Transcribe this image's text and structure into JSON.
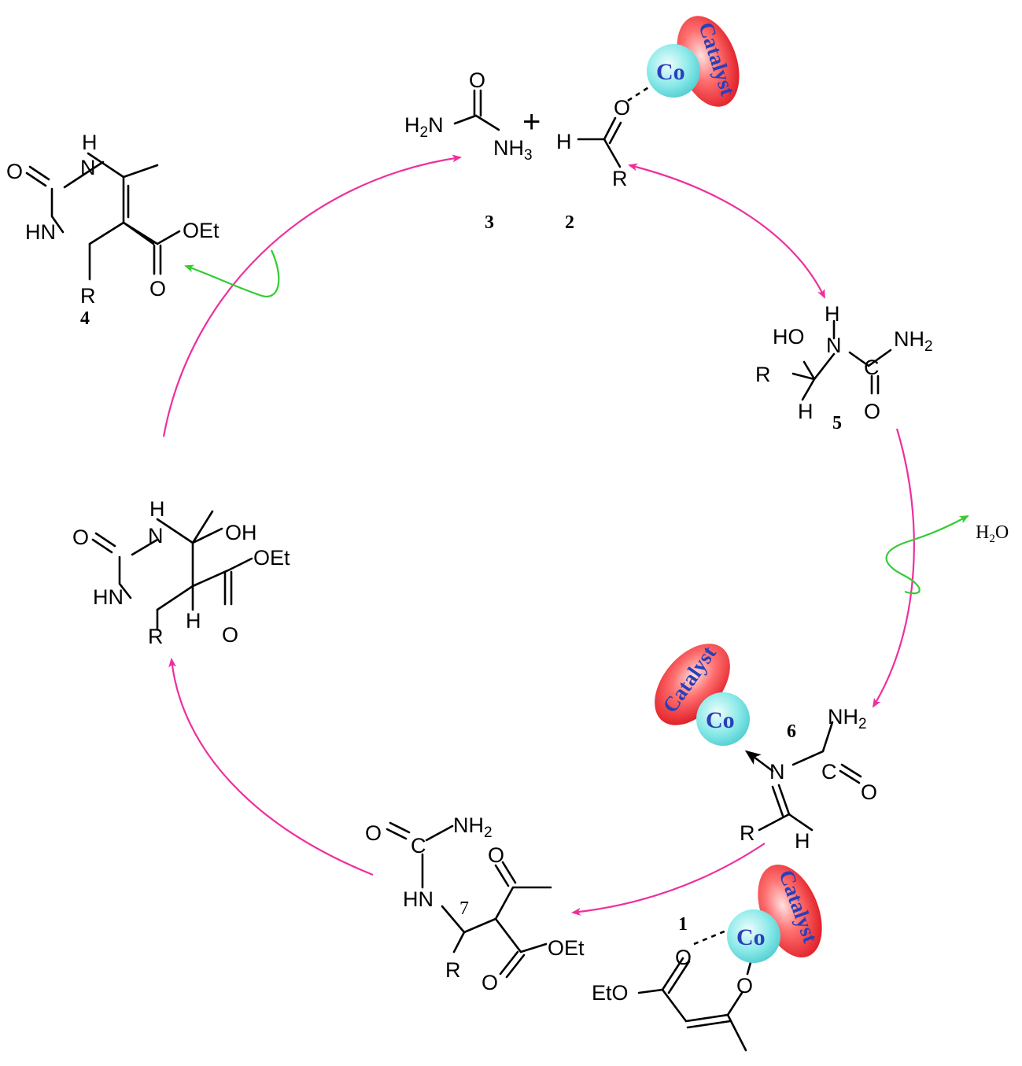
{
  "compounds": {
    "c1": {
      "number": "1",
      "eto": "EtO",
      "o_ketone": "O",
      "o_enol": "O"
    },
    "c2": {
      "number": "2",
      "h": "H",
      "o": "O",
      "r": "R"
    },
    "c3": {
      "number": "3",
      "h2n": "H",
      "h2n_sub": "2",
      "h2n_n": "N",
      "o": "O",
      "nh3": "NH",
      "nh3_sub": "3"
    },
    "c4": {
      "number": "4",
      "o": "O",
      "nh_top": "H",
      "n_top": "N",
      "hn": "HN",
      "oet": "OEt",
      "o_carbonyl": "O",
      "r": "R"
    },
    "c5": {
      "number": "5",
      "ho": "HO",
      "h_n": "H",
      "n": "N",
      "nh2": "NH",
      "nh2_sub": "2",
      "c": "C",
      "o": "O",
      "r": "R",
      "h": "H"
    },
    "c6": {
      "number": "6",
      "nh2": "NH",
      "nh2_sub": "2",
      "n": "N",
      "c": "C",
      "o": "O",
      "r": "R",
      "h": "H"
    },
    "c7": {
      "number": "7",
      "o_urea": "O",
      "c": "C",
      "nh2": "NH",
      "nh2_sub": "2",
      "hn": "HN",
      "o_ketone": "O",
      "oet": "OEt",
      "o_ester": "O",
      "r": "R"
    },
    "intermediate": {
      "o": "O",
      "h_n": "H",
      "n": "N",
      "oh": "OH",
      "hn": "HN",
      "oet": "OEt",
      "h": "H",
      "o_carbonyl": "O",
      "r": "R"
    }
  },
  "plus": "+",
  "water": {
    "h": "H",
    "sub": "2",
    "o": "O"
  },
  "catalyst": {
    "label": "Catalyst",
    "metal": "Co"
  },
  "colors": {
    "cycle_arrow": "#ee2f9e",
    "wave_arrow": "#33cc33",
    "catalyst_fill": "#f0404a",
    "cobalt_fill": "#7fe6e6",
    "catalyst_text": "#2a3fb8"
  }
}
